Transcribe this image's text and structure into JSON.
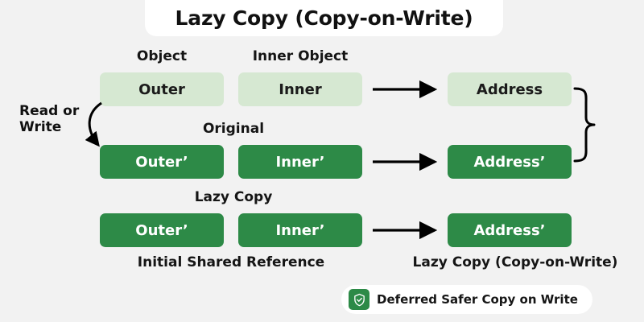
{
  "title": "Lazy Copy (Copy-on-Write)",
  "background_color": "#f2f2f2",
  "colors": {
    "light_green": "#d6e8d2",
    "dark_green": "#2d8a47",
    "card_white": "#ffffff",
    "text_dark": "#151515",
    "arrow_black": "#000000"
  },
  "annotations": {
    "read_or_write_line1": "Read or",
    "read_or_write_line2": "Write"
  },
  "rows": [
    {
      "row_label": "Original",
      "top_labels": {
        "object": "Object",
        "inner_object": "Inner Object"
      },
      "style": "light",
      "nodes": [
        {
          "label": "Outer"
        },
        {
          "label": "Inner"
        },
        {
          "label": "Address"
        }
      ]
    },
    {
      "row_label": "Original",
      "style": "dark",
      "nodes": [
        {
          "label": "Outer’"
        },
        {
          "label": "Inner’"
        },
        {
          "label": "Address’"
        }
      ]
    },
    {
      "row_label": "Lazy Copy",
      "style": "dark",
      "nodes": [
        {
          "label": "Outer’"
        },
        {
          "label": "Inner’"
        },
        {
          "label": "Address’"
        }
      ]
    }
  ],
  "bottom_captions": {
    "left": "Initial Shared Reference",
    "right": "Lazy Copy (Copy-on-Write)"
  },
  "badge": {
    "icon": "shield-check-icon",
    "text": "Deferred Safer Copy on Write"
  }
}
